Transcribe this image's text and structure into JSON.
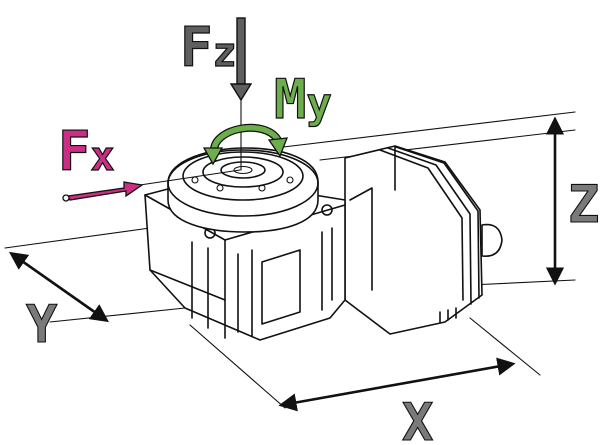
{
  "labels": {
    "fz": {
      "main": "F",
      "sub": "z"
    },
    "my": {
      "main": "M",
      "sub": "y"
    },
    "fx": {
      "main": "F",
      "sub": "x"
    },
    "z": "Z",
    "y": "Y",
    "x": "X"
  },
  "colors": {
    "fz": "#5f5f5f",
    "my": "#6cae4c",
    "fx": "#cc2e86",
    "dims": "#7a7a7a",
    "outline": "#111111"
  }
}
